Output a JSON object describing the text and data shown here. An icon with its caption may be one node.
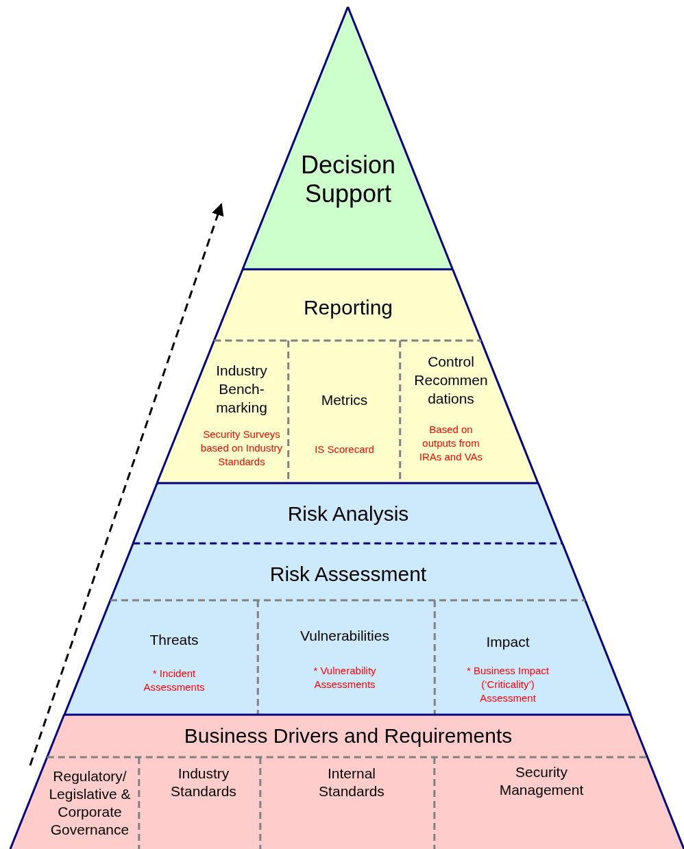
{
  "diagram": {
    "nodes": [
      {
        "text": [
          "Decision Support"
        ]
      },
      {
        "text": [
          "Reporting"
        ]
      },
      {
        "text": [
          "Industry Bench-marking",
          "Security Surveys based on Industry Standards"
        ],
        "in": 1
      },
      {
        "text": [
          "Metrics",
          "IS Scorecard"
        ],
        "in": 1
      },
      {
        "text": [
          "Control Recommen dations",
          "Based on outputs from IRAs and VAs"
        ],
        "in": 1
      },
      {
        "text": [
          "Risk Analysis"
        ]
      },
      {
        "text": [
          "Risk Assessment"
        ]
      },
      {
        "text": [
          "Threats",
          "* Incident Assessments"
        ],
        "in": 6
      },
      {
        "text": [
          "Vulnerabilities",
          "* Vulnerability Assessments"
        ],
        "in": 6
      },
      {
        "text": [
          "Impact",
          "* Business Impact (‘Criticality’) Assessment"
        ],
        "in": 6
      },
      {
        "text": [
          "Business Drivers and Requirements"
        ]
      },
      {
        "text": [
          "Regulatory/ Legislative & Corporate Governance"
        ],
        "in": 10
      },
      {
        "text": [
          "Industry Standards"
        ],
        "in": 10
      },
      {
        "text": [
          "Internal Standards"
        ],
        "in": 10
      },
      {
        "text": [
          "Security Management"
        ],
        "in": 10
      }
    ]
  }
}
